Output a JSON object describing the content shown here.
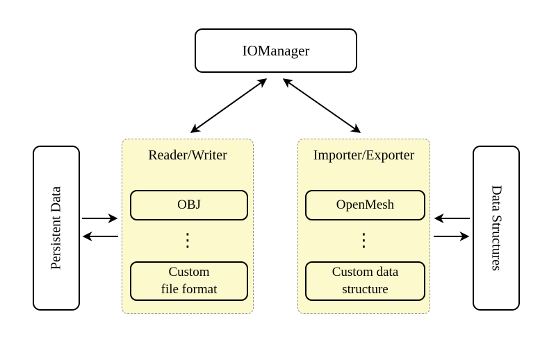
{
  "colors": {
    "background": "#ffffff",
    "group_fill": "#fcf9cd",
    "group_border": "#8f8f8f",
    "node_fill": "#ffffff",
    "node_border": "#000000",
    "arrow": "#000000",
    "text": "#000000"
  },
  "nodes": {
    "iomanager": {
      "label": "IOManager"
    },
    "persistent_data": {
      "label": "Persistent Data"
    },
    "data_structures": {
      "label": "Data Structures"
    }
  },
  "groups": {
    "reader_writer": {
      "title": "Reader/Writer",
      "item_top": "OBJ",
      "ellipsis": "⋮",
      "item_bottom": {
        "line1": "Custom",
        "line2": "file format"
      }
    },
    "importer_exporter": {
      "title": "Importer/Exporter",
      "item_top": "OpenMesh",
      "ellipsis": "⋮",
      "item_bottom": {
        "line1": "Custom data",
        "line2": "structure"
      }
    }
  },
  "arrows": {
    "iomanager_reader_writer": "bidirectional",
    "iomanager_importer_exporter": "bidirectional",
    "persistent_to_reader": "right",
    "reader_to_persistent": "left",
    "structures_to_importer": "left",
    "importer_to_structures": "right"
  }
}
